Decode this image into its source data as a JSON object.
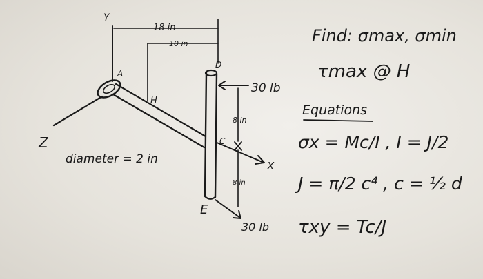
{
  "figure": {
    "axis_y_label": "Y",
    "axis_z_label": "Z",
    "axis_x_label": "X",
    "dim_18": "18 in",
    "dim_10": "10 in",
    "dim_8_top": "8 in",
    "dim_8_bottom": "8 in",
    "point_a": "A",
    "point_h": "H",
    "point_d": "D",
    "point_c": "C",
    "point_e": "E",
    "force_top": "30 lb",
    "force_bottom": "30 lb",
    "diameter_note": "diameter = 2 in"
  },
  "notes": {
    "find_line1": "Find: σmax, σmin",
    "find_line2": "τmax @ H",
    "equations_heading": "Equations",
    "eq1": "σx = Mc/I ,  I = J/2",
    "eq2": "J = π/2 c⁴ ,  c = ½ d",
    "eq3": "τxy = Tc/J"
  }
}
